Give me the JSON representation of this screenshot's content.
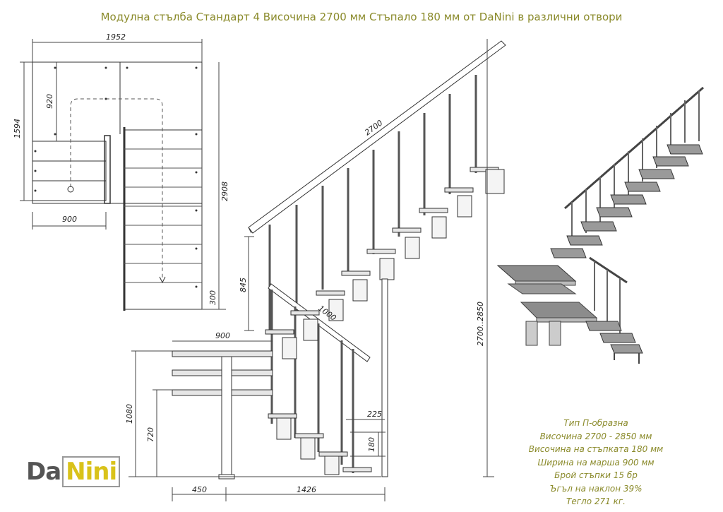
{
  "title": "Модулна стълба  Стандарт 4 Височина 2700 мм Стъпало 180 мм от DaNini в различни отвори",
  "dimensions": {
    "plan_width": "1952",
    "plan_left_height": "1594",
    "plan_920": "920",
    "plan_right_height": "2908",
    "plan_900": "900",
    "plan_300": "300",
    "rail_2700": "2700",
    "rail_1000": "1000",
    "height_845": "845",
    "height_total": "2700..2850",
    "landing_900": "900",
    "height_1080": "1080",
    "height_720": "720",
    "step_225": "225",
    "step_180": "180",
    "base_450": "450",
    "base_1426": "1426"
  },
  "specs": [
    "Тип П-образна",
    "Височина 2700 - 2850 мм",
    "Височина на стъпката 180 мм",
    "Ширина на марша 900 мм",
    "Брой стъпки 15 бр",
    "Ъгъл на наклон 39%",
    "Тегло 271 кг."
  ],
  "logo": {
    "part1": "Da",
    "part2": "Nini"
  },
  "colors": {
    "accent": "#8a8a2a",
    "line": "#333333",
    "logo_yellow": "#d9c21a"
  }
}
